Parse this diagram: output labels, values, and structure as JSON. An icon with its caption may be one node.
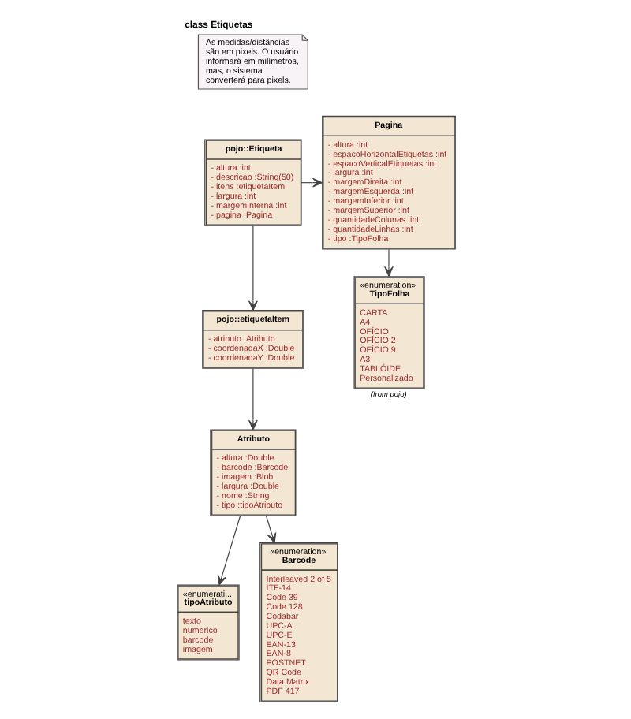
{
  "diagram": {
    "title": "class Etiquetas",
    "nodes": [
      {
        "text": [
          "As medidas/distâncias são em pixels. O usuário informará em milímetros, mas, o sistema converterá para pixels."
        ]
      },
      {
        "text": [
          "pojo::Etiqueta",
          "- altura :int",
          "- descricao :String(50)",
          "- itens :etiquetaItem",
          "- largura :int",
          "- margemInterna :int",
          "- pagina :Pagina"
        ]
      },
      {
        "text": [
          "Pagina",
          "- altura :int",
          "- espacoHorizontalEtiquetas :int",
          "- espacoVerticalEtiquetas :int",
          "- largura :int",
          "- margemDireita :int",
          "- margemEsquerda :int",
          "- margemInferior :int",
          "- margemSuperior :int",
          "- quantidadeColunas :int",
          "- quantidadeLinhas :int",
          "- tipo :TipoFolha"
        ]
      },
      {
        "text": [
          "«enumerati...",
          "tipoAtributo",
          "texto",
          "numerico",
          "barcode",
          "imagem"
        ]
      },
      {
        "text": [
          "Atributo",
          "- altura :Double",
          "- barcode :Barcode",
          "- imagem :Blob",
          "- largura :Double",
          "- nome :String",
          "- tipo :tipoAtributo"
        ]
      },
      {
        "text": [
          "pojo::etiquetaItem",
          "- atributo :Atributo",
          "- coordenadaX :Double",
          "- coordenadaY :Double"
        ]
      },
      {
        "text": [
          "«enumeration»",
          "TipoFolha",
          "CARTA",
          "A4",
          "OFÍCIO",
          "OFÍCIO 2",
          "OFÍCIO 9",
          "A3",
          "TABLÓIDE",
          "Personalizado"
        ],
        "beside": [
          "(from pojo)"
        ]
      },
      {
        "text": [
          "«enumeration»",
          "Barcode",
          "Interleaved 2 of 5",
          "ITF-14",
          "Code 39",
          "Code 128",
          "Codabar",
          "UPC-A",
          "UPC-E",
          "EAN-13",
          "EAN-8",
          "POSTNET",
          "QR Code",
          "Data Matrix",
          "PDF 417"
        ]
      }
    ],
    "edges": [
      {
        "from": 1,
        "to": 2,
        "arrow": "to"
      },
      {
        "from": 1,
        "to": 5,
        "arrow": "to"
      },
      {
        "from": 2,
        "to": 6,
        "arrow": "to"
      },
      {
        "from": 5,
        "to": 4,
        "arrow": "to"
      },
      {
        "from": 4,
        "to": 3,
        "arrow": "to"
      },
      {
        "from": 4,
        "to": 7,
        "arrow": "to"
      }
    ]
  }
}
